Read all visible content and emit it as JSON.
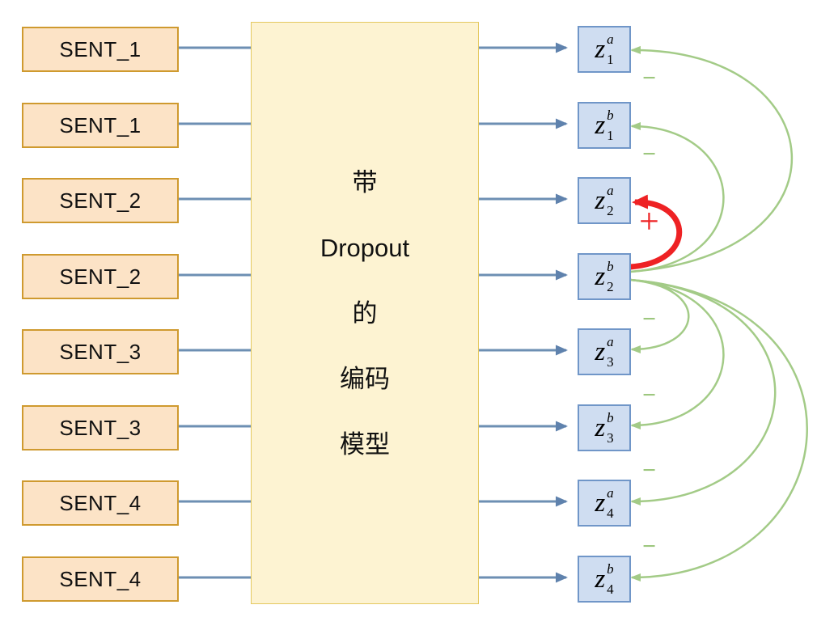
{
  "diagram": {
    "inputs": [
      {
        "label": "SENT_1"
      },
      {
        "label": "SENT_1"
      },
      {
        "label": "SENT_2"
      },
      {
        "label": "SENT_2"
      },
      {
        "label": "SENT_3"
      },
      {
        "label": "SENT_3"
      },
      {
        "label": "SENT_4"
      },
      {
        "label": "SENT_4"
      }
    ],
    "encoder": {
      "lines": [
        "带",
        "Dropout",
        "的",
        "编码",
        "模型"
      ]
    },
    "outputs": [
      {
        "base": "z",
        "sup": "a",
        "sub": "1",
        "sign": "−"
      },
      {
        "base": "z",
        "sup": "b",
        "sub": "1",
        "sign": "−"
      },
      {
        "base": "z",
        "sup": "a",
        "sub": "2",
        "sign": "+"
      },
      {
        "base": "z",
        "sup": "b",
        "sub": "2",
        "sign": ""
      },
      {
        "base": "z",
        "sup": "a",
        "sub": "3",
        "sign": "−"
      },
      {
        "base": "z",
        "sup": "b",
        "sub": "3",
        "sign": "−"
      },
      {
        "base": "z",
        "sup": "a",
        "sub": "4",
        "sign": "−"
      },
      {
        "base": "z",
        "sup": "b",
        "sub": "4",
        "sign": "−"
      }
    ],
    "colors": {
      "input_fill": "#fce3c6",
      "input_border": "#cf9a2f",
      "encoder_fill": "#fdf3d2",
      "encoder_border": "#e4c85f",
      "output_fill": "#cfddf1",
      "output_border": "#7096c8",
      "connector_blue": "#6d8fb3",
      "negative_green": "#a3cb87",
      "positive_red": "#ee2224"
    }
  }
}
